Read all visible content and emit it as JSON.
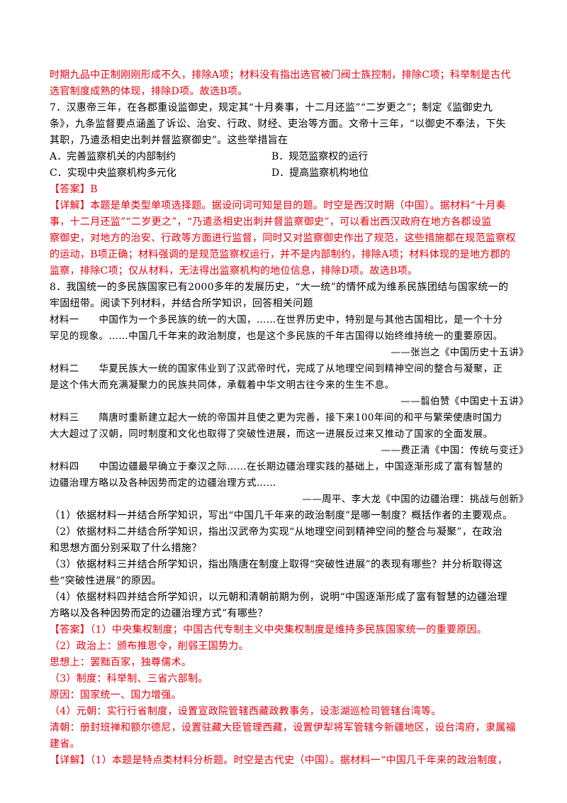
{
  "q6_tail": {
    "line1": "时期九品中正制刚刚形成不久，排除A项；材料没有指出选官被门阀士族控制，排除C项；科举制是古代",
    "line2": "选官制度成熟的体现，排除D项。故选B项。"
  },
  "q7": {
    "stem": [
      "7．汉惠帝三年，在各郡重设监御史，规定其“十月奏事，十二月还监”“二岁更之”；制定《监御史九",
      "条》，九条监督要点涵盖了诉讼、治安、行政、财经、吏治等方面。文帝十三年，“以御史不奉法，下失",
      "其职，乃遣丞相史出刺并督监察御史”。这些举措旨在"
    ],
    "options": {
      "A": "A．完善监察机关的内部制约",
      "B": "B．规范监察权的运行",
      "C": "C．实现中央监察机构多元化",
      "D": "D．提高监察机构地位"
    },
    "answer": "【答案】B",
    "detail": [
      "【详解】本题是单类型单项选择题。据设问词可知是目的题。时空是西汉时期（中国）。据材料“十月奏",
      "事，十二月还监”“二岁更之”，“乃遣丞相史出刺并督监察御史”，可以看出西汉政府在地方各郡设监",
      "察御史，对地方的治安、行政等方面进行监督，同时又对监察御史作出了规范，这些措施都在规范监察权",
      "的运动，B项正确；材料强调的是规范监察权运行，并不是内部制约，排除A项；材料体现的是地方郡的",
      "监察，排除C项；仅从材料，无法得出监察机构的地位信息，排除D项。故选B项。"
    ]
  },
  "q8": {
    "stem": [
      "8．我国统一的多民族国家已有2000多年的发展历史，“大一统”的情怀成为维系民族团结与国家统一的",
      "牢固纽带。阅读下列材料，并结合所学知识，回答相关问题"
    ],
    "m1": [
      "材料一　　中国作为一个多民族的统一的大国，……在世界历史中，特别是与其他古国相比，是一个十分",
      "罕见的现象。……中国几千年来的政治制度，也是这个多民族的千年古国得以始终维持统一的重要原因。"
    ],
    "m1_src": "——张岂之《中国历史十五讲》",
    "m2": [
      "材料二　　华夏民族大一统的国家伟业到了汉武帝时代，完成了从地理空间到精神空间的整合与凝聚，正",
      "是这个伟大而充满凝聚力的民族共同体，承载着中华文明古往今来的生生不息。"
    ],
    "m2_src": "——翦伯赞《中国史十五讲》",
    "m3": [
      "材料三　　隋唐时重新建立起大一统的帝国并且使之更为完善，接下来100年间的和平与繁荣使唐时国力",
      "大大超过了汉朝，同时制度和文化也取得了突破性进展，而这一进展反过来又推动了国家的全面发展。"
    ],
    "m3_src": "——费正清《中国：传统与变迁》",
    "m4": [
      "材料四　　中国边疆最早确立于秦汉之际……在长期边疆治理实践的基础上，中国逐渐形成了富有智慧的",
      "边疆治理方略以及各种因势而定的边疆治理方式……"
    ],
    "m4_src": "——周平、李大龙《中国的边疆治理：挑战与创新》",
    "questions": [
      "（1）依据材料一并结合所学知识，写出“中国几千年来的政治制度”是哪一制度？概括作者的主要观点。",
      "（2）依据材料二并结合所学知识，指出汉武帝为实现“从地理空间到精神空间的整合与凝聚”，在政治",
      "和思想方面分别采取了什么措施？",
      "（3）依据材料三并结合所学知识，指出隋唐在制度上取得“突破性进展”的表现有哪些？并分析取得这",
      "些“突破性进展”的原因。",
      "（4）依据材料四并结合所学知识，以元朝和清朝前期为例，说明“中国逐渐形成了富有智慧的边疆治理",
      "方略以及各种因势而定的边疆治理方式”有哪些？"
    ],
    "answers": [
      "【答案】（1）中央集权制度；中国古代专制主义中央集权制度是维持多民族国家统一的重要原因。",
      "（2）政治上：颁布推恩令，削弱王国势力。",
      "思想上：罢黜百家，独尊儒术。",
      "（3）制度：科举制、三省六部制。",
      "原因：国家统一、国力增强。",
      "（4）元朝：实行行省制度，设置宣政院管辖西藏政教事务，设澎湖巡检司管辖台湾等。",
      "清朝：册封班禅和额尔德尼，设置驻藏大臣管理西藏，设置伊犁将军管辖今新疆地区，设台湾府，隶属福",
      "建省。",
      "【详解】（1）本题是特点类材料分析题。时空是古代史（中国）。据材料一“中国几千年来的政治制度，"
    ]
  }
}
